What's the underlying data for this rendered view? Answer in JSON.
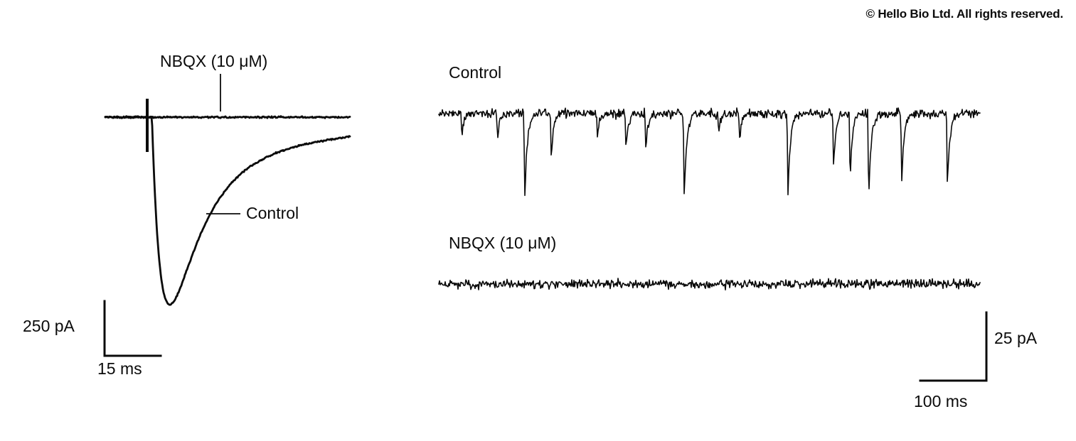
{
  "copyright": "© Hello Bio Ltd. All rights reserved.",
  "evoked_panel": {
    "nbqx_label": "NBQX (10 μM)",
    "control_label": "Control",
    "scalebar_vertical": "250 pA",
    "scalebar_horizontal": "15 ms"
  },
  "spont_panel": {
    "control_label": "Control",
    "nbqx_label": "NBQX (10 μM)",
    "scalebar_vertical": "25 pA",
    "scalebar_horizontal": "100 ms"
  },
  "chart_data": [
    {
      "type": "line",
      "title": "Evoked EPSC: block by NBQX",
      "units": {
        "x": "ms",
        "y": "pA"
      },
      "duration_ms": 65,
      "stim_artifact_ms": 11,
      "scalebar": {
        "y_pA": 250,
        "x_ms": 15
      },
      "series": [
        {
          "name": "NBQX (10 μM)",
          "description": "flat baseline, evoked EPSC fully blocked",
          "peak_amplitude_pA": 0
        },
        {
          "name": "Control",
          "description": "large inward evoked EPSC",
          "peak_amplitude_pA": -880,
          "onset_ms": 12.3,
          "rise_tau_ms": 2.5,
          "decay_tau_fast_ms": 8.5,
          "decay_tau_slow_ms": 45,
          "slow_fraction": 0.15
        }
      ]
    },
    {
      "type": "line",
      "title": "Spontaneous EPSCs: block by NBQX",
      "units": {
        "x": "ms",
        "y": "pA"
      },
      "duration_ms": 818,
      "noise_sd_pA": 1.2,
      "scalebar": {
        "y_pA": 25,
        "x_ms": 100
      },
      "series": [
        {
          "name": "Control",
          "description": "noisy baseline with spontaneous inward EPSC events",
          "events": [
            {
              "t_ms": 35,
              "amp_pA": -8
            },
            {
              "t_ms": 89,
              "amp_pA": -10
            },
            {
              "t_ms": 130,
              "amp_pA": -33
            },
            {
              "t_ms": 170,
              "amp_pA": -17
            },
            {
              "t_ms": 240,
              "amp_pA": -9
            },
            {
              "t_ms": 283,
              "amp_pA": -15
            },
            {
              "t_ms": 313,
              "amp_pA": -13
            },
            {
              "t_ms": 371,
              "amp_pA": -31
            },
            {
              "t_ms": 423,
              "amp_pA": -8
            },
            {
              "t_ms": 455,
              "amp_pA": -10
            },
            {
              "t_ms": 528,
              "amp_pA": -30
            },
            {
              "t_ms": 597,
              "amp_pA": -20
            },
            {
              "t_ms": 622,
              "amp_pA": -24
            },
            {
              "t_ms": 650,
              "amp_pA": -32
            },
            {
              "t_ms": 700,
              "amp_pA": -26
            },
            {
              "t_ms": 769,
              "amp_pA": -28
            }
          ]
        },
        {
          "name": "NBQX (10 μM)",
          "description": "noisy baseline, spontaneous events abolished",
          "events": []
        }
      ]
    }
  ]
}
